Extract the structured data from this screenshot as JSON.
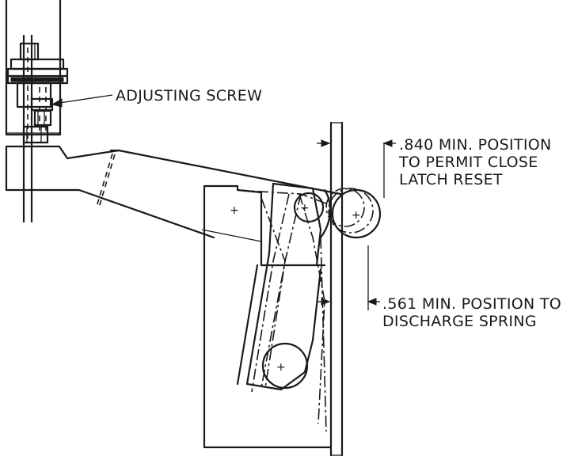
{
  "annotations": {
    "adjusting_screw": "ADJUSTING SCREW",
    "close_latch_reset": ".840 MIN. POSITION\nTO PERMIT CLOSE\nLATCH RESET",
    "discharge_spring": ".561 MIN. POSITION TO\nDISCHARGE SPRING"
  },
  "colors": {
    "ink": "#1a1a1a",
    "paper": "#ffffff"
  }
}
